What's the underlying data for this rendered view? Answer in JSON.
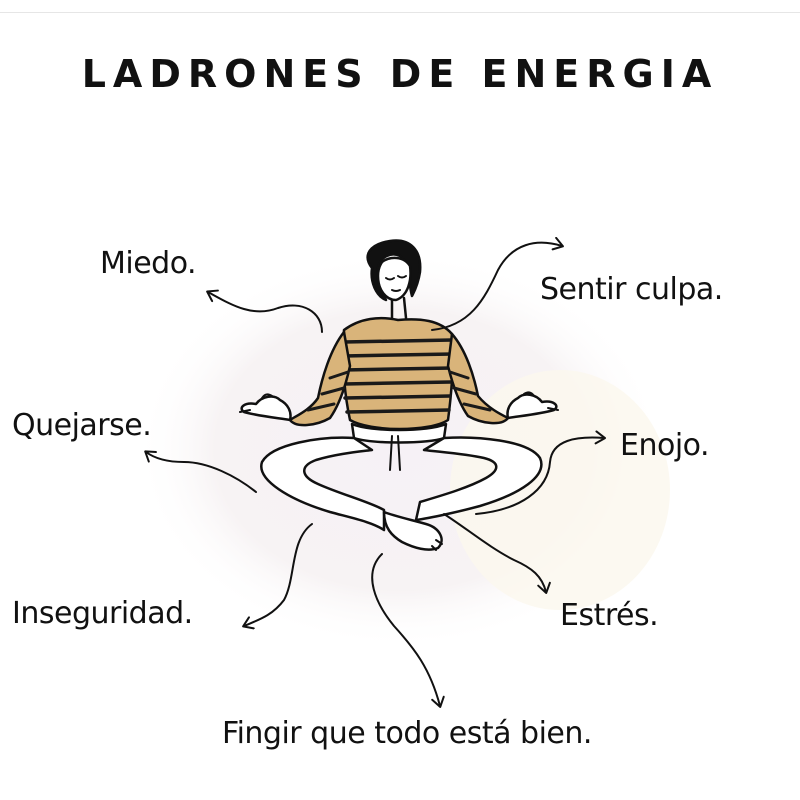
{
  "title": "LADRONES DE ENERGIA",
  "labels": {
    "miedo": "Miedo.",
    "sentir_culpa": "Sentir culpa.",
    "quejarse": "Quejarse.",
    "enojo": "Enojo.",
    "inseguridad": "Inseguridad.",
    "estres": "Estrés.",
    "fingir": "Fingir que todo está bien."
  },
  "colors": {
    "sweater": "#d9b47a",
    "stripes": "#1a1a1a",
    "ink": "#111111"
  },
  "icons": [
    "meditating-woman-illustration",
    "arrow-icon"
  ]
}
